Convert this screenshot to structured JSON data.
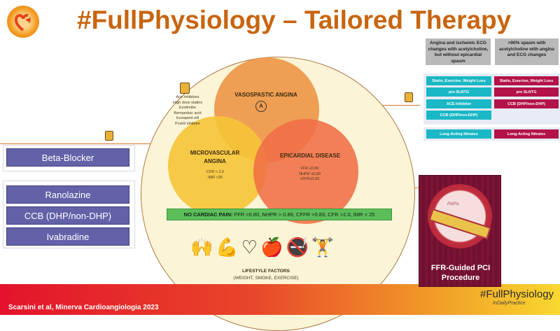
{
  "title": "#FullPhysiology – Tailored Therapy",
  "venn": {
    "vasospastic": "VASOSPASTIC ANGINA",
    "vasospastic_marker": "A",
    "microvascular": "MICROVASCULAR ANGINA",
    "microvascular_criteria": [
      "CFR < 2.0",
      "IMR >25"
    ],
    "epicardial": "EPICARDIAL DISEASE",
    "epicardial_criteria": [
      "FFR ≤0.80",
      "NHPR ≤0.89",
      "cFFR≤0.83"
    ]
  },
  "drugs": [
    "Ace inhibitors",
    "High dose statins",
    "Ezetimibe",
    "Bempedoic acid",
    "Icosapent etil",
    "Pcsk9 inhibitor"
  ],
  "no_pain": {
    "label": "NO CARDIAC PAIN:",
    "values": "FFR >0.80, NHPR > 0.89, CFFR >0.83, CFR >2.0, IMR < 25"
  },
  "lifestyle": {
    "title": "LIFESTYLE FACTORS",
    "subtitle": "(WEIGHT, SMOKE, EXERCISE)"
  },
  "left_therapy": {
    "first": "Beta-Blocker",
    "second": [
      "Ranolazine",
      "CCB (DHP/non-DHP)",
      "Ivabradine"
    ]
  },
  "right_table": {
    "headers": [
      "Angina and ischemic ECG changes with acetylcholine, but without epicardial spasm",
      ">90% spasm with acetylcholine with angina and ECG changes"
    ],
    "col1": [
      "Statin, Exercise, Weight Loss",
      "prn SLNTG",
      "ACE Inhibitor",
      "CCB (DHP/non-DHP)"
    ],
    "col2": [
      "Statin, Exercise, Weight Loss",
      "prn SLNTG",
      "CCB (DHP/non-DHP)"
    ],
    "bottom": [
      "Long-Acting Nitrates",
      "Long-Acting Nitrates"
    ]
  },
  "ffr_card": {
    "title": "FFR-Guided PCI Procedure",
    "gauge": "Pd/Pa"
  },
  "footer": {
    "citation": "Scarsini et al, Minerva Cardioangiologia 2023",
    "brand": "#FullPhysiology",
    "brand_sub": "InDailyPractice"
  },
  "colors": {
    "accent": "#c8650f",
    "teal": "#1ab7c5",
    "maroon": "#b31348",
    "button": "#6362a8"
  }
}
